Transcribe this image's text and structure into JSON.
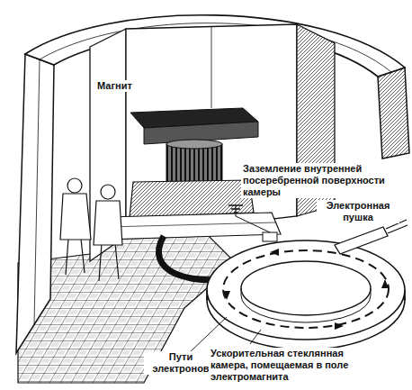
{
  "diagram": {
    "labels": [
      "Магнит",
      "Заземление внутренней посеребренной поверхности камеры",
      "Электронная пушка",
      "Пути электронов",
      "Ускорительная стеклянная камера, помещаемая в поле электромагнита"
    ]
  }
}
